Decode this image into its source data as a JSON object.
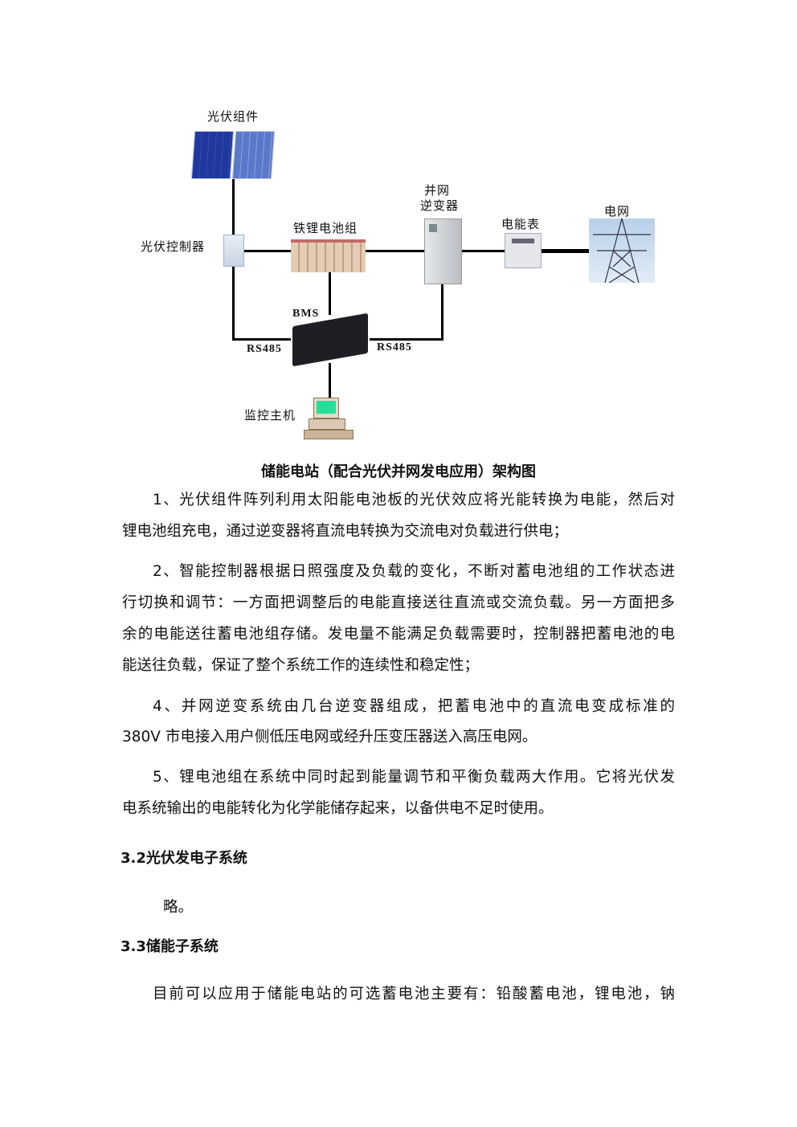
{
  "diagram": {
    "pv_module": "光伏组件",
    "pv_controller": "光伏控制器",
    "battery": "铁锂电池组",
    "inverter_line1": "并网",
    "inverter_line2": "逆变器",
    "meter": "电能表",
    "grid": "电网",
    "bms": "BMS",
    "rs485_left": "RS485",
    "rs485_right": "RS485",
    "host": "监控主机",
    "caption": "储能电站（配合光伏并网发电应用）架构图"
  },
  "paragraphs": [
    {
      "lines": [
        "1、光伏组件阵列利用太阳能电池板的光伏效应将光能转换为电能，然后对",
        "锂电池组充电，通过逆变器将直流电转换为交流电对负载进行供电；"
      ]
    },
    {
      "lines": [
        "2、智能控制器根据日照强度及负载的变化，不断对蓄电池组的工作状态进",
        "行切换和调节：一方面把调整后的电能直接送往直流或交流负载。另一方面把多",
        "余的电能送往蓄电池组存储。发电量不能满足负载需要时，控制器把蓄电池的电",
        "能送往负载，保证了整个系统工作的连续性和稳定性；"
      ]
    },
    {
      "lines": [
        "4、并网逆变系统由几台逆变器组成，把蓄电池中的直流电变成标准的",
        "380V 市电接入用户侧低压电网或经升压变压器送入高压电网。"
      ]
    },
    {
      "lines": [
        "5、锂电池组在系统中同时起到能量调节和平衡负载两大作用。它将光伏发",
        "电系统输出的电能转化为化学能储存起来，以备供电不足时使用。"
      ]
    }
  ],
  "section_3_2": {
    "heading": "3.2光伏发电子系统",
    "body": "略。"
  },
  "section_3_3": {
    "heading": "3.3储能子系统",
    "body": "目前可以应用于储能电站的可选蓄电池主要有：铅酸蓄电池，锂电池，钠"
  }
}
